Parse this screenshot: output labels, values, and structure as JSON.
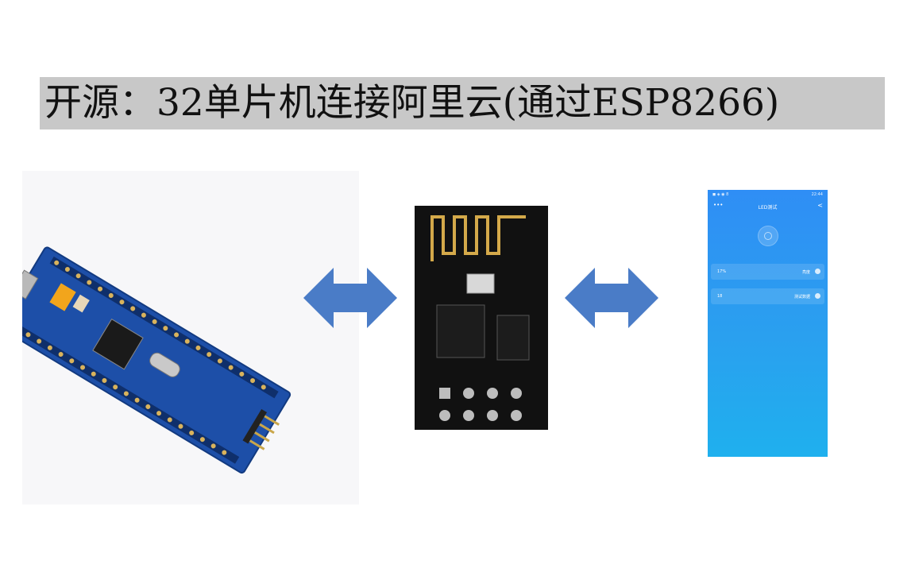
{
  "title": "开源：32单片机连接阿里云(通过ESP8266)",
  "phone": {
    "status_left": "22:44",
    "status_right": "◼ ◈ ◉ 8",
    "nav_title": "LED测试",
    "back_icon": "<",
    "more_icon": "•••",
    "cards": [
      {
        "label": "亮度",
        "value": "17%"
      },
      {
        "label": "测试数据",
        "value": "18"
      }
    ]
  },
  "colors": {
    "phone_top": "#2f8ef5",
    "phone_bottom": "#1fb0ee",
    "arrow": "#4a7cc7",
    "pcb": "#1d4fa8",
    "esp_board": "#111111"
  }
}
